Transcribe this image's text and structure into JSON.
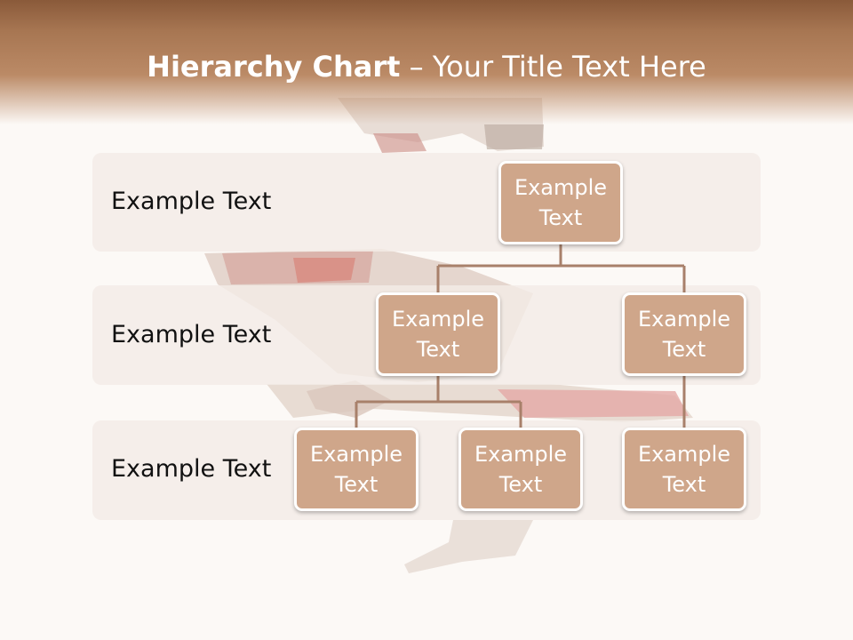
{
  "title": {
    "bold": "Hierarchy Chart",
    "dash": " – ",
    "rest": "Your Title Text Here"
  },
  "levels": [
    {
      "label": "Example Text"
    },
    {
      "label": "Example Text"
    },
    {
      "label": "Example Text"
    }
  ],
  "nodes": {
    "root": "Example Text",
    "level2_left": "Example Text",
    "level2_right": "Example Text",
    "level3_left": "Example Text",
    "level3_middle": "Example Text",
    "level3_right": "Example Text"
  },
  "colors": {
    "title_bar": "#a77652",
    "node_fill": "#cfa68a",
    "connector": "#a8806a",
    "band": "#f3ece7"
  }
}
